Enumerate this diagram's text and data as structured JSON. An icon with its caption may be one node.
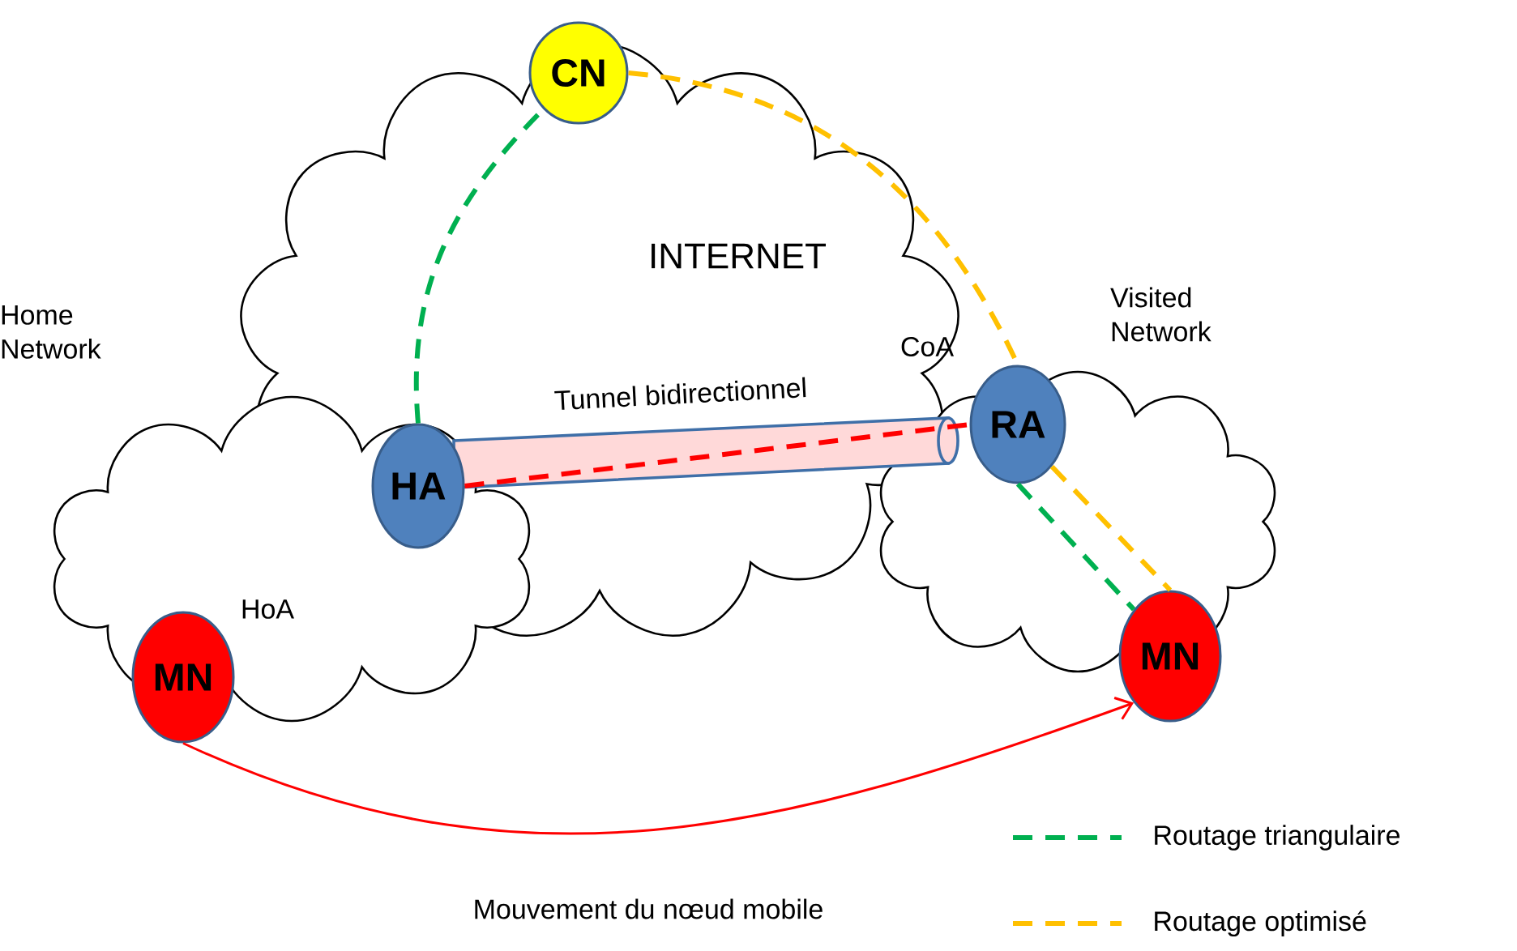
{
  "diagram": {
    "nodes": [
      {
        "text": [
          "CN"
        ]
      },
      {
        "text": [
          "HA"
        ]
      },
      {
        "text": [
          "RA"
        ],
        "beside": [
          "CoA"
        ]
      },
      {
        "text": [
          "MN"
        ]
      },
      {
        "text": [
          "MN"
        ]
      }
    ],
    "edges": [
      {
        "from": 1,
        "to": 2,
        "arrow": "none",
        "style": "dashed",
        "color": "#ff0000",
        "label": "Tunnel bidirectionnel"
      },
      {
        "from": 1,
        "to": 0,
        "arrow": "none",
        "style": "dashed",
        "color": "#00b050"
      },
      {
        "from": 0,
        "to": 2,
        "arrow": "none",
        "style": "dashed",
        "color": "#ffc000"
      },
      {
        "from": 2,
        "to": 4,
        "arrow": "none",
        "style": "dashed",
        "color": "#ffc000"
      },
      {
        "from": 2,
        "to": 4,
        "arrow": "none",
        "style": "dashed",
        "color": "#00b050"
      },
      {
        "from": 3,
        "to": 4,
        "arrow": "to",
        "color": "#ff0000",
        "label": "Mouvement du nœud mobile"
      }
    ],
    "labels": [
      "INTERNET",
      "Home Network",
      "Visited Network",
      "HoA"
    ],
    "legend": [
      {
        "text": "Routage triangulaire"
      },
      {
        "text": "Routage optimisé"
      }
    ]
  }
}
